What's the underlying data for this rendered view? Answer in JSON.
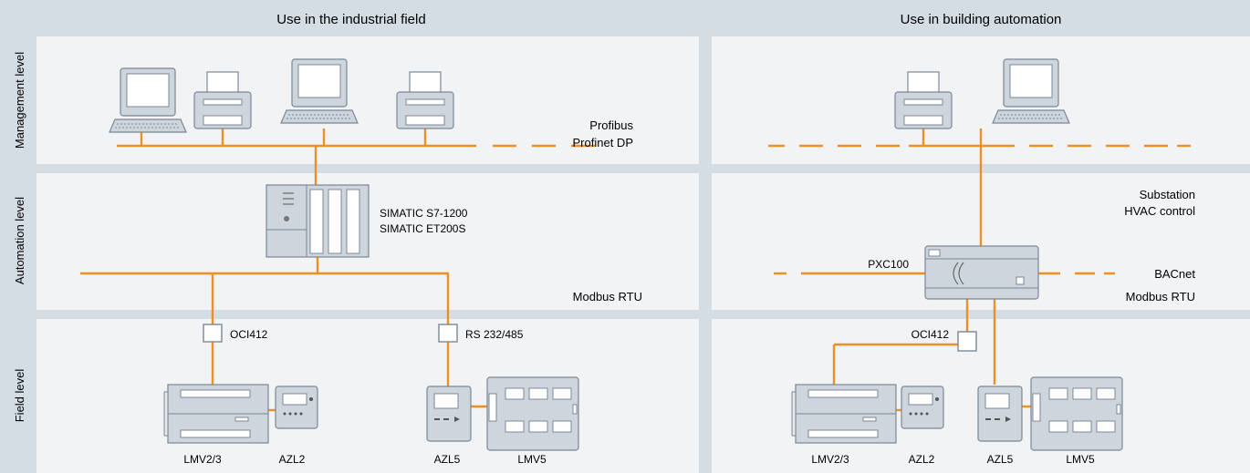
{
  "headers": {
    "industrial": "Use in the industrial field",
    "building": "Use in building automation"
  },
  "levels": {
    "management": "Management level",
    "automation": "Automation level",
    "field": "Field level"
  },
  "industrial": {
    "bus_top_line1": "Profibus",
    "bus_top_line2": "Profinet DP",
    "controller_line1": "SIMATIC S7-1200",
    "controller_line2": "SIMATIC ET200S",
    "bus_bottom": "Modbus RTU",
    "interface_left": "OCI412",
    "interface_right": "RS 232/485",
    "device_labels": [
      "LMV2/3",
      "AZL2",
      "AZL5",
      "LMV5"
    ]
  },
  "building": {
    "substation_line1": "Substation",
    "substation_line2": "HVAC control",
    "controller": "PXC100",
    "bus_line1": "BACnet",
    "bus_line2": "Modbus RTU",
    "interface": "OCI412",
    "device_labels": [
      "LMV2/3",
      "AZL2",
      "AZL5",
      "LMV5"
    ]
  },
  "colors": {
    "background": "#d5dde4",
    "panel": "#f1f3f5",
    "line": "#ee8f25",
    "device": "#ced5dc"
  }
}
